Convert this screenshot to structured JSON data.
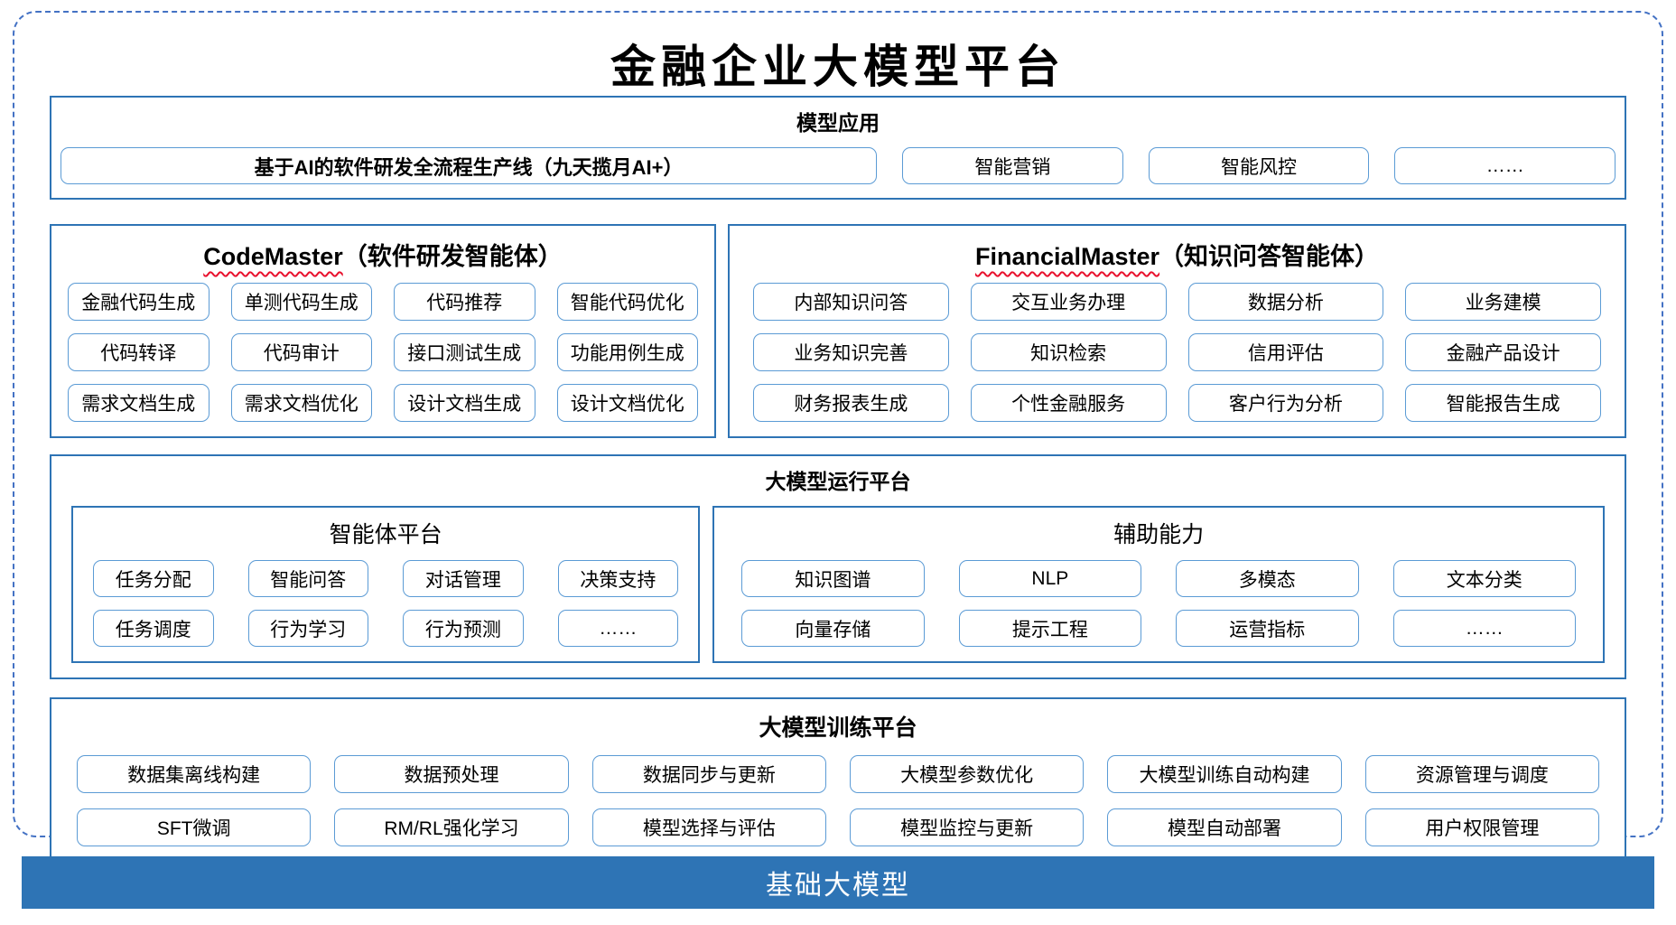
{
  "title": "金融企业大模型平台",
  "colors": {
    "section_border": "#2E74B5",
    "item_border": "#5B9BD5",
    "frame_dashed": "#4472C4",
    "foundation_bg": "#2E74B5",
    "foundation_text": "#FFFFFF",
    "squiggle": "#E8112D"
  },
  "model_app": {
    "header": "模型应用",
    "pipeline": "基于AI的软件研发全流程生产线（九天揽月AI+）",
    "items": [
      "智能营销",
      "智能风控",
      "……"
    ]
  },
  "agents": [
    {
      "name": "CodeMaster",
      "suffix": "（软件研发智能体）",
      "items": [
        "金融代码生成",
        "单测代码生成",
        "代码推荐",
        "智能代码优化",
        "代码转译",
        "代码审计",
        "接口测试生成",
        "功能用例生成",
        "需求文档生成",
        "需求文档优化",
        "设计文档生成",
        "设计文档优化"
      ]
    },
    {
      "name": "FinancialMaster",
      "suffix": "（知识问答智能体）",
      "items": [
        "内部知识问答",
        "交互业务办理",
        "数据分析",
        "业务建模",
        "业务知识完善",
        "知识检索",
        "信用评估",
        "金融产品设计",
        "财务报表生成",
        "个性金融服务",
        "客户行为分析",
        "智能报告生成"
      ]
    }
  ],
  "runtime": {
    "header": "大模型运行平台",
    "groups": [
      {
        "name": "智能体平台",
        "items": [
          "任务分配",
          "智能问答",
          "对话管理",
          "决策支持",
          "任务调度",
          "行为学习",
          "行为预测",
          "……"
        ]
      },
      {
        "name": "辅助能力",
        "items": [
          "知识图谱",
          "NLP",
          "多模态",
          "文本分类",
          "向量存储",
          "提示工程",
          "运营指标",
          "……"
        ]
      }
    ]
  },
  "training": {
    "header": "大模型训练平台",
    "items": [
      "数据集离线构建",
      "数据预处理",
      "数据同步与更新",
      "大模型参数优化",
      "大模型训练自动构建",
      "资源管理与调度",
      "SFT微调",
      "RM/RL强化学习",
      "模型选择与评估",
      "模型监控与更新",
      "模型自动部署",
      "用户权限管理"
    ]
  },
  "foundation": {
    "label": "基础大模型"
  }
}
